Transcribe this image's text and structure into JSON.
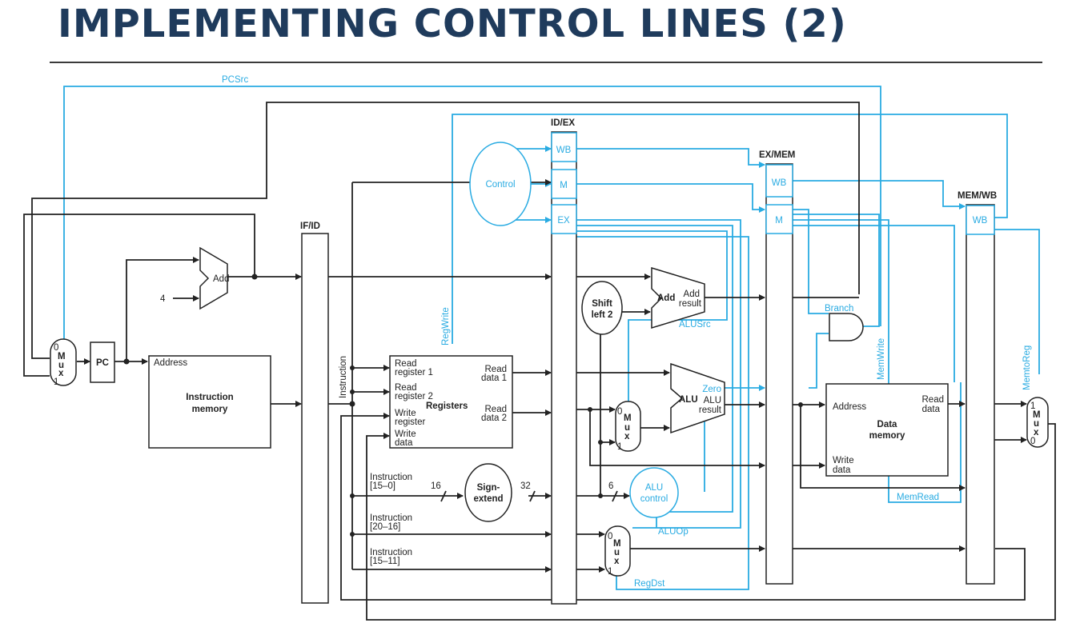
{
  "slide": {
    "title": "IMPLEMENTING CONTROL LINES (2)"
  },
  "pipeline_registers": {
    "if_id": "IF/ID",
    "id_ex": "ID/EX",
    "ex_mem": "EX/MEM",
    "mem_wb": "MEM/WB"
  },
  "register_fields": {
    "wb": "WB",
    "m": "M",
    "ex": "EX"
  },
  "control_signals": {
    "pcsrc": "PCSrc",
    "regwrite": "RegWrite",
    "alusrc": "ALUSrc",
    "branch": "Branch",
    "memwrite": "MemWrite",
    "memtoreg": "MemtoReg",
    "memread": "MemRead",
    "aluop": "ALUOp",
    "regdst": "RegDst",
    "zero": "Zero"
  },
  "units": {
    "control": "Control",
    "pc": "PC",
    "add": "Add",
    "const_four": "4",
    "instr_mem_address": "Address",
    "instr_mem_name_1": "Instruction",
    "instr_mem_name_2": "memory",
    "instruction_bus": "Instruction",
    "reg_read_register_1_a": "Read",
    "reg_read_register_1_b": "register 1",
    "reg_read_register_2_a": "Read",
    "reg_read_register_2_b": "register 2",
    "reg_write_register_a": "Write",
    "reg_write_register_b": "register",
    "reg_write_data_a": "Write",
    "reg_write_data_b": "data",
    "reg_read_data_1_a": "Read",
    "reg_read_data_1_b": "data 1",
    "reg_read_data_2_a": "Read",
    "reg_read_data_2_b": "data 2",
    "registers": "Registers",
    "sign_extend_a": "Sign-",
    "sign_extend_b": "extend",
    "shift_left_a": "Shift",
    "shift_left_b": "left 2",
    "branch_adder": "Add",
    "branch_add_result_a": "Add",
    "branch_add_result_b": "result",
    "alu": "ALU",
    "alu_result_a": "ALU",
    "alu_result_b": "result",
    "alu_control_a": "ALU",
    "alu_control_b": "control",
    "dmem_address": "Address",
    "dmem_read_data_a": "Read",
    "dmem_read_data_b": "data",
    "dmem_write_data_a": "Write",
    "dmem_write_data_b": "data",
    "dmem_name_a": "Data",
    "dmem_name_b": "memory",
    "mux_m": "M",
    "mux_u": "u",
    "mux_x": "x",
    "zero_digit": "0",
    "one_digit": "1",
    "instr_15_0_a": "Instruction",
    "instr_15_0_b": "[15–0]",
    "instr_20_16_a": "Instruction",
    "instr_20_16_b": "[20–16]",
    "instr_15_11_a": "Instruction",
    "instr_15_11_b": "[15–11]",
    "width_16": "16",
    "width_32": "32",
    "width_6": "6"
  },
  "colors": {
    "title": "#1f3b5c",
    "datapath": "#222222",
    "control": "#29abe2"
  }
}
